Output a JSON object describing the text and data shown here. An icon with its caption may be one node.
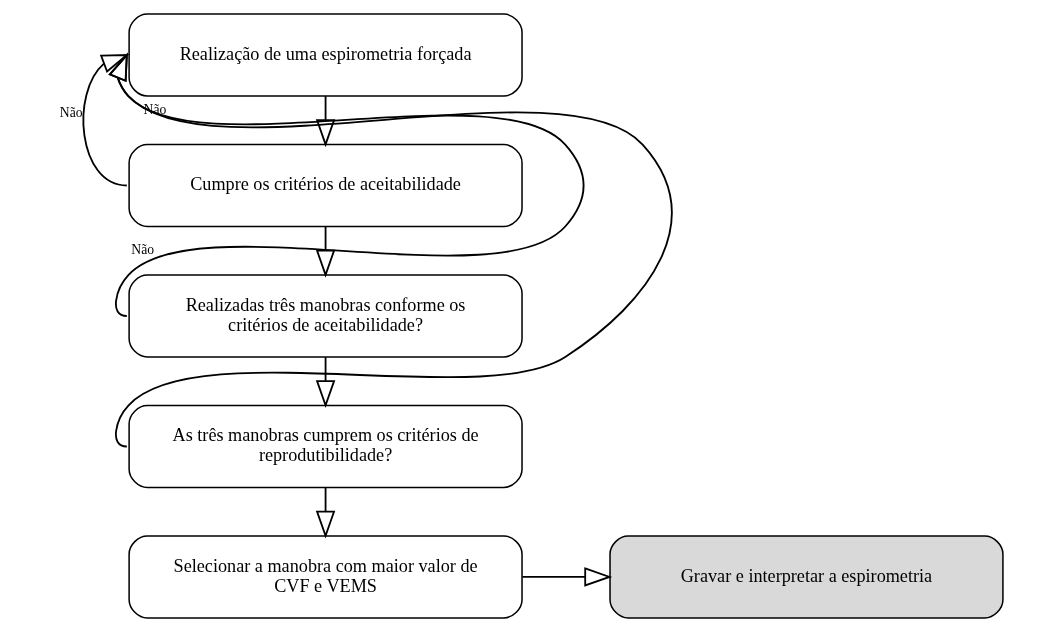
{
  "diagram": {
    "nodes": [
      {
        "text": [
          "Realização de uma espirometria forçada"
        ]
      },
      {
        "text": [
          "Cumpre os critérios de aceitabilidade"
        ]
      },
      {
        "text": [
          "Realizadas três manobras conforme os critérios de aceitabilidade?"
        ]
      },
      {
        "text": [
          "As três manobras cumprem os critérios de reprodutibilidade?"
        ]
      },
      {
        "text": [
          "Selecionar a manobra com maior valor de CVF e VEMS"
        ]
      },
      {
        "text": [
          "Gravar e interpretar a espirometria"
        ]
      }
    ],
    "edges": [
      {
        "from": 0,
        "to": 1,
        "arrow": "to"
      },
      {
        "from": 1,
        "to": 2,
        "arrow": "to"
      },
      {
        "from": 2,
        "to": 3,
        "arrow": "to"
      },
      {
        "from": 3,
        "to": 4,
        "arrow": "to"
      },
      {
        "from": 4,
        "to": 5,
        "arrow": "to"
      },
      {
        "from": 1,
        "to": 0,
        "arrow": "to",
        "label": "Não"
      },
      {
        "from": 2,
        "to": 0,
        "arrow": "to",
        "label": "Não"
      },
      {
        "from": 3,
        "to": 0,
        "arrow": "to",
        "label": "Não"
      }
    ]
  }
}
